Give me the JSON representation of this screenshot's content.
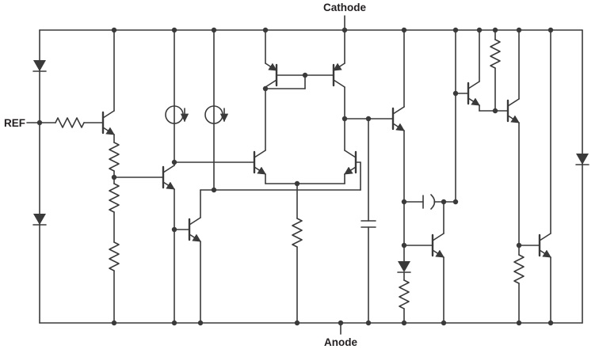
{
  "labels": {
    "cathode": "Cathode",
    "anode": "Anode",
    "ref": "REF"
  },
  "colors": {
    "line": "#3a3a3a",
    "label": "#231f20",
    "background": "#ffffff"
  }
}
